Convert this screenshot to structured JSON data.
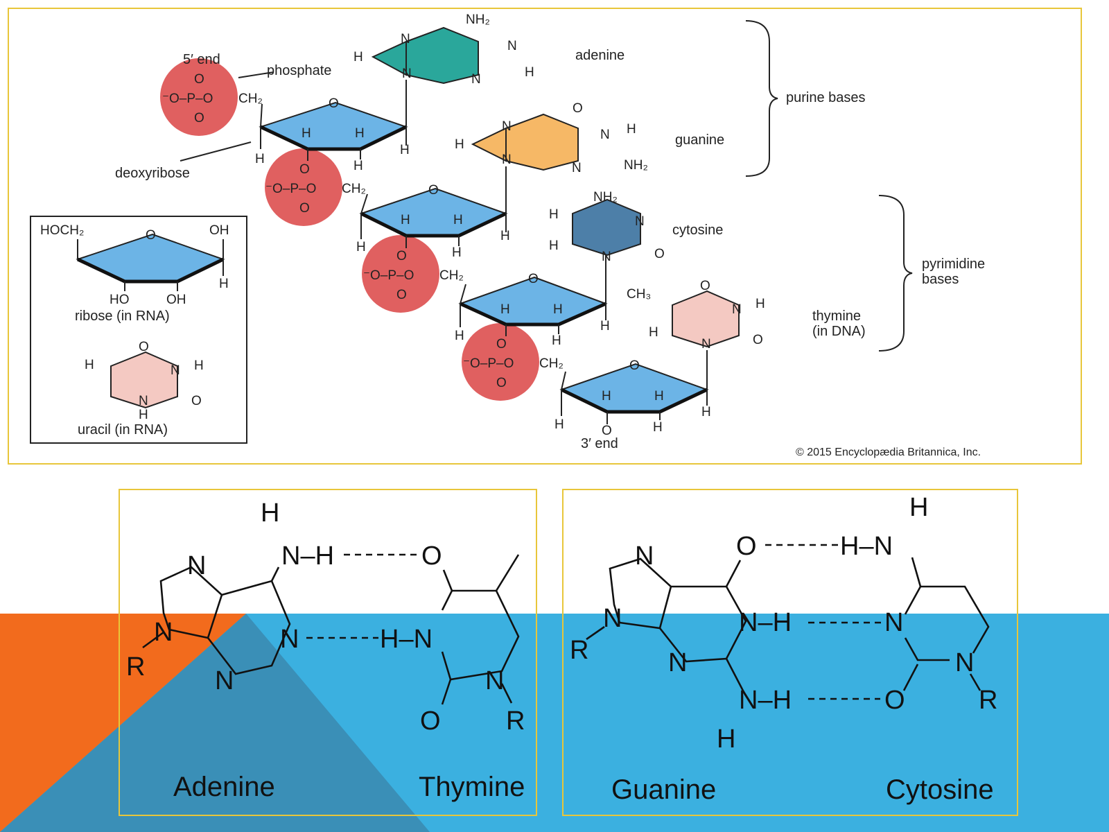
{
  "figure": {
    "copyright": "© 2015 Encyclopædia Britannica, Inc.",
    "labels": {
      "five_end": "5′ end",
      "three_end": "3′ end",
      "phosphate": "phosphate",
      "deoxyribose": "deoxyribose",
      "adenine": "adenine",
      "guanine": "guanine",
      "cytosine": "cytosine",
      "thymine_1": "thymine",
      "thymine_2": "(in DNA)",
      "purine_bases": "purine bases",
      "pyrimidine_1": "pyrimidine",
      "pyrimidine_2": "bases",
      "ribose": "ribose (in RNA)",
      "uracil": "uracil (in RNA)"
    },
    "chem": {
      "hoch2": "HOCH₂",
      "oh": "OH",
      "ho": "HO",
      "ch2": "CH₂",
      "ch3": "CH₃",
      "nh2": "NH₂",
      "phosphate_group": "⁻O–P–O",
      "o": "O",
      "n": "N",
      "h": "H",
      "p": "P"
    },
    "colors": {
      "adenine": "#2aa79b",
      "guanine": "#f6b866",
      "cytosine": "#4d7fa8",
      "thymine": "#f4c9c2",
      "uracil": "#f4c9c2",
      "sugar": "#6cb4e6",
      "phosphate": "#e06060",
      "frame": "#e8c63a"
    }
  },
  "pairs": {
    "left": {
      "name_1": "Adenine",
      "name_2": "Thymine"
    },
    "right": {
      "name_1": "Guanine",
      "name_2": "Cytosine"
    },
    "atoms": {
      "n": "N",
      "h": "H",
      "o": "O",
      "r": "R",
      "nh": "N–H",
      "hn": "H–N"
    }
  },
  "background": {
    "orange": "#f26b1d",
    "blue": "#3bb0e0",
    "dark_blue": "#3a8fb7"
  }
}
